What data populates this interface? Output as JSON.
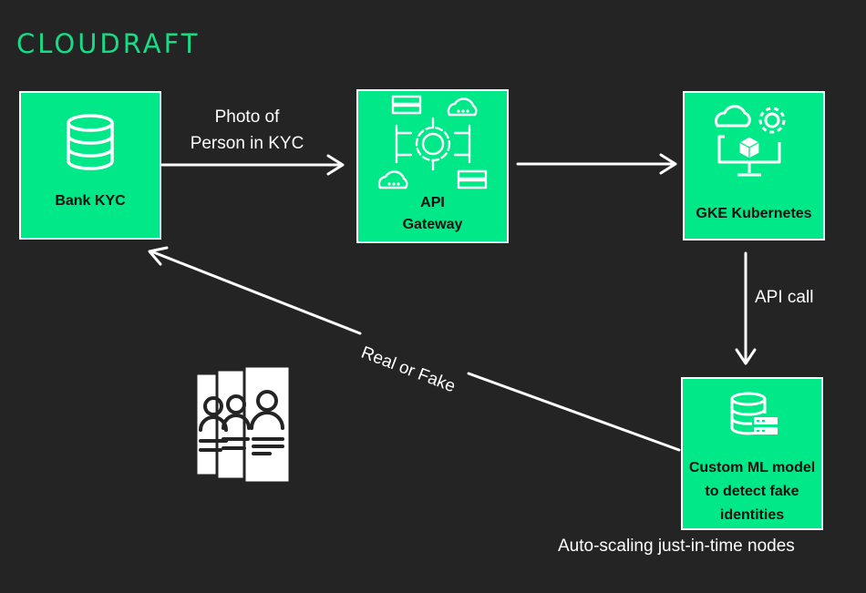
{
  "brand": {
    "name": "CLOUDRAFT"
  },
  "colors": {
    "background": "#242424",
    "accent": "#00e887",
    "brand": "#16dc86",
    "line": "#ffffff"
  },
  "nodes": {
    "bank_kyc": {
      "label": "Bank KYC",
      "icon": "database-icon"
    },
    "api_gateway": {
      "label": "API\nGateway",
      "icon": "api-gateway-icon"
    },
    "gke": {
      "label": "GKE Kubernetes",
      "icon": "cloud-computer-gear-icon"
    },
    "ml_model": {
      "label": "Custom ML model\nto detect fake\nidentities",
      "icon": "database-server-icon"
    }
  },
  "edges": {
    "photo": "Photo of\nPerson in KYC",
    "api_call": "API call",
    "real_or_fake": "Real or Fake"
  },
  "notes": {
    "autoscaling": "Auto-scaling just-in-time nodes"
  },
  "decor": {
    "icon": "id-documents-icon"
  }
}
